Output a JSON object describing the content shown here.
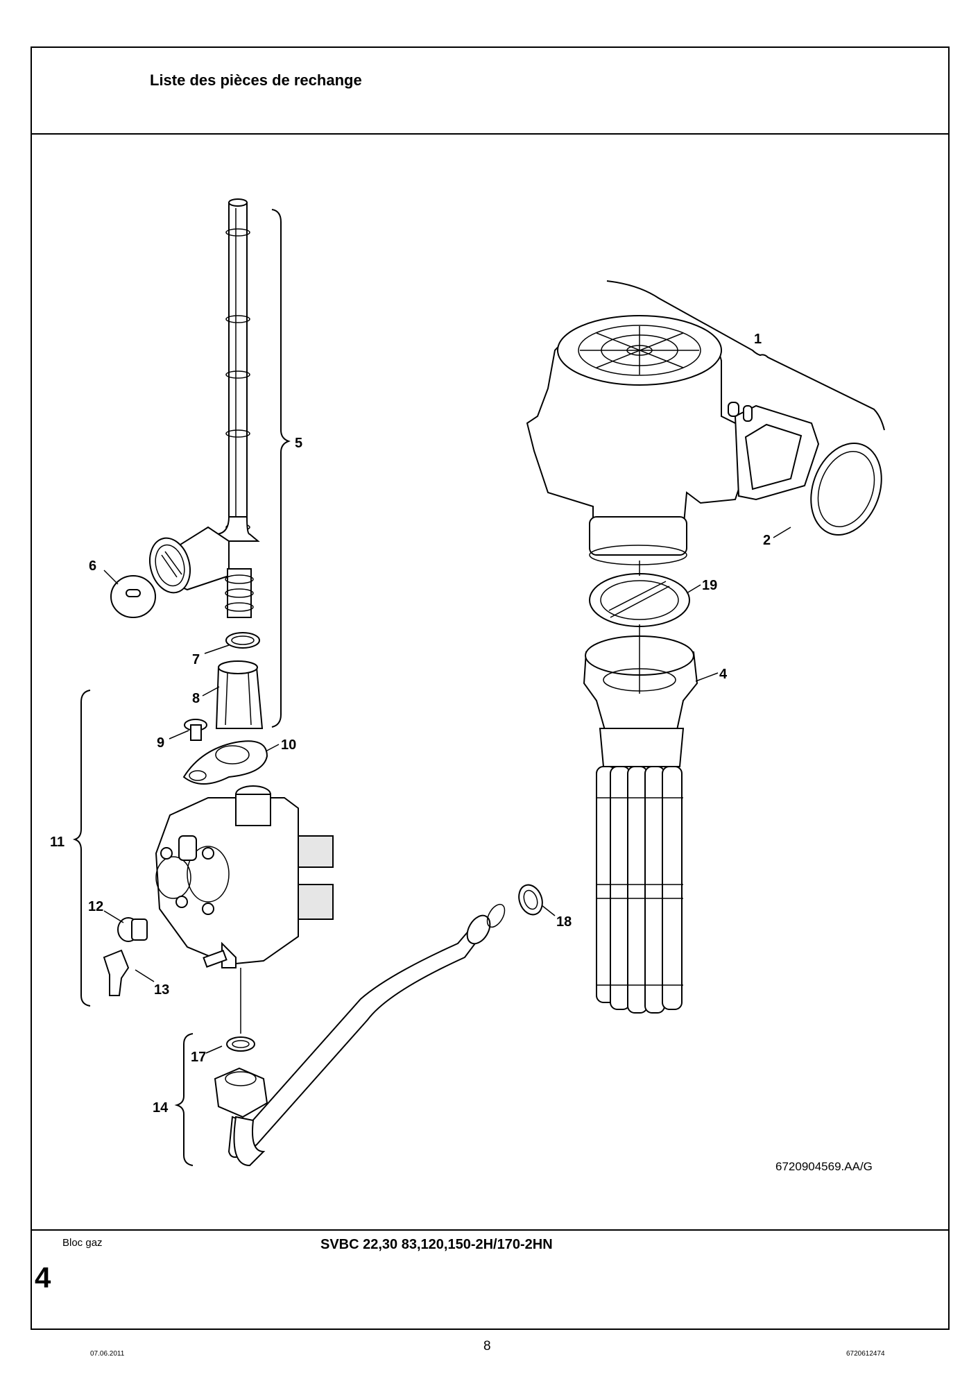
{
  "header": {
    "title": "Liste des pièces de rechange"
  },
  "footer": {
    "section_name": "Bloc gaz",
    "model": "SVBC 22,30 83,120,150-2H/170-2HN",
    "section_number": "4",
    "date": "07.06.2011",
    "page_number": "8",
    "doc_number": "6720612474"
  },
  "figure": {
    "reference": "6720904569.AA/G",
    "callouts": [
      "1",
      "2",
      "4",
      "5",
      "6",
      "7",
      "8",
      "9",
      "10",
      "11",
      "12",
      "13",
      "14",
      "17",
      "18",
      "19"
    ]
  }
}
